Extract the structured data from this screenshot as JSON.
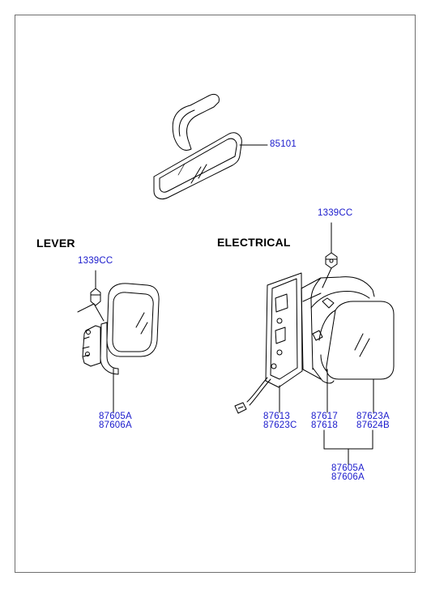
{
  "headings": {
    "lever": "LEVER",
    "electrical": "ELECTRICAL"
  },
  "parts": {
    "inside_mirror": "85101",
    "nut_electrical": "1339CC",
    "nut_lever": "1339CC",
    "lever_mirror": [
      "87605A",
      "87606A"
    ],
    "elec_cover": [
      "87613",
      "87623C"
    ],
    "elec_actuator": [
      "87617",
      "87618"
    ],
    "elec_glass": [
      "87623A",
      "87624B"
    ],
    "elec_assembly": [
      "87605A",
      "87606A"
    ]
  },
  "colors": {
    "label": "#1a1acc",
    "line": "#000000",
    "frame": "#6f6f6f"
  }
}
